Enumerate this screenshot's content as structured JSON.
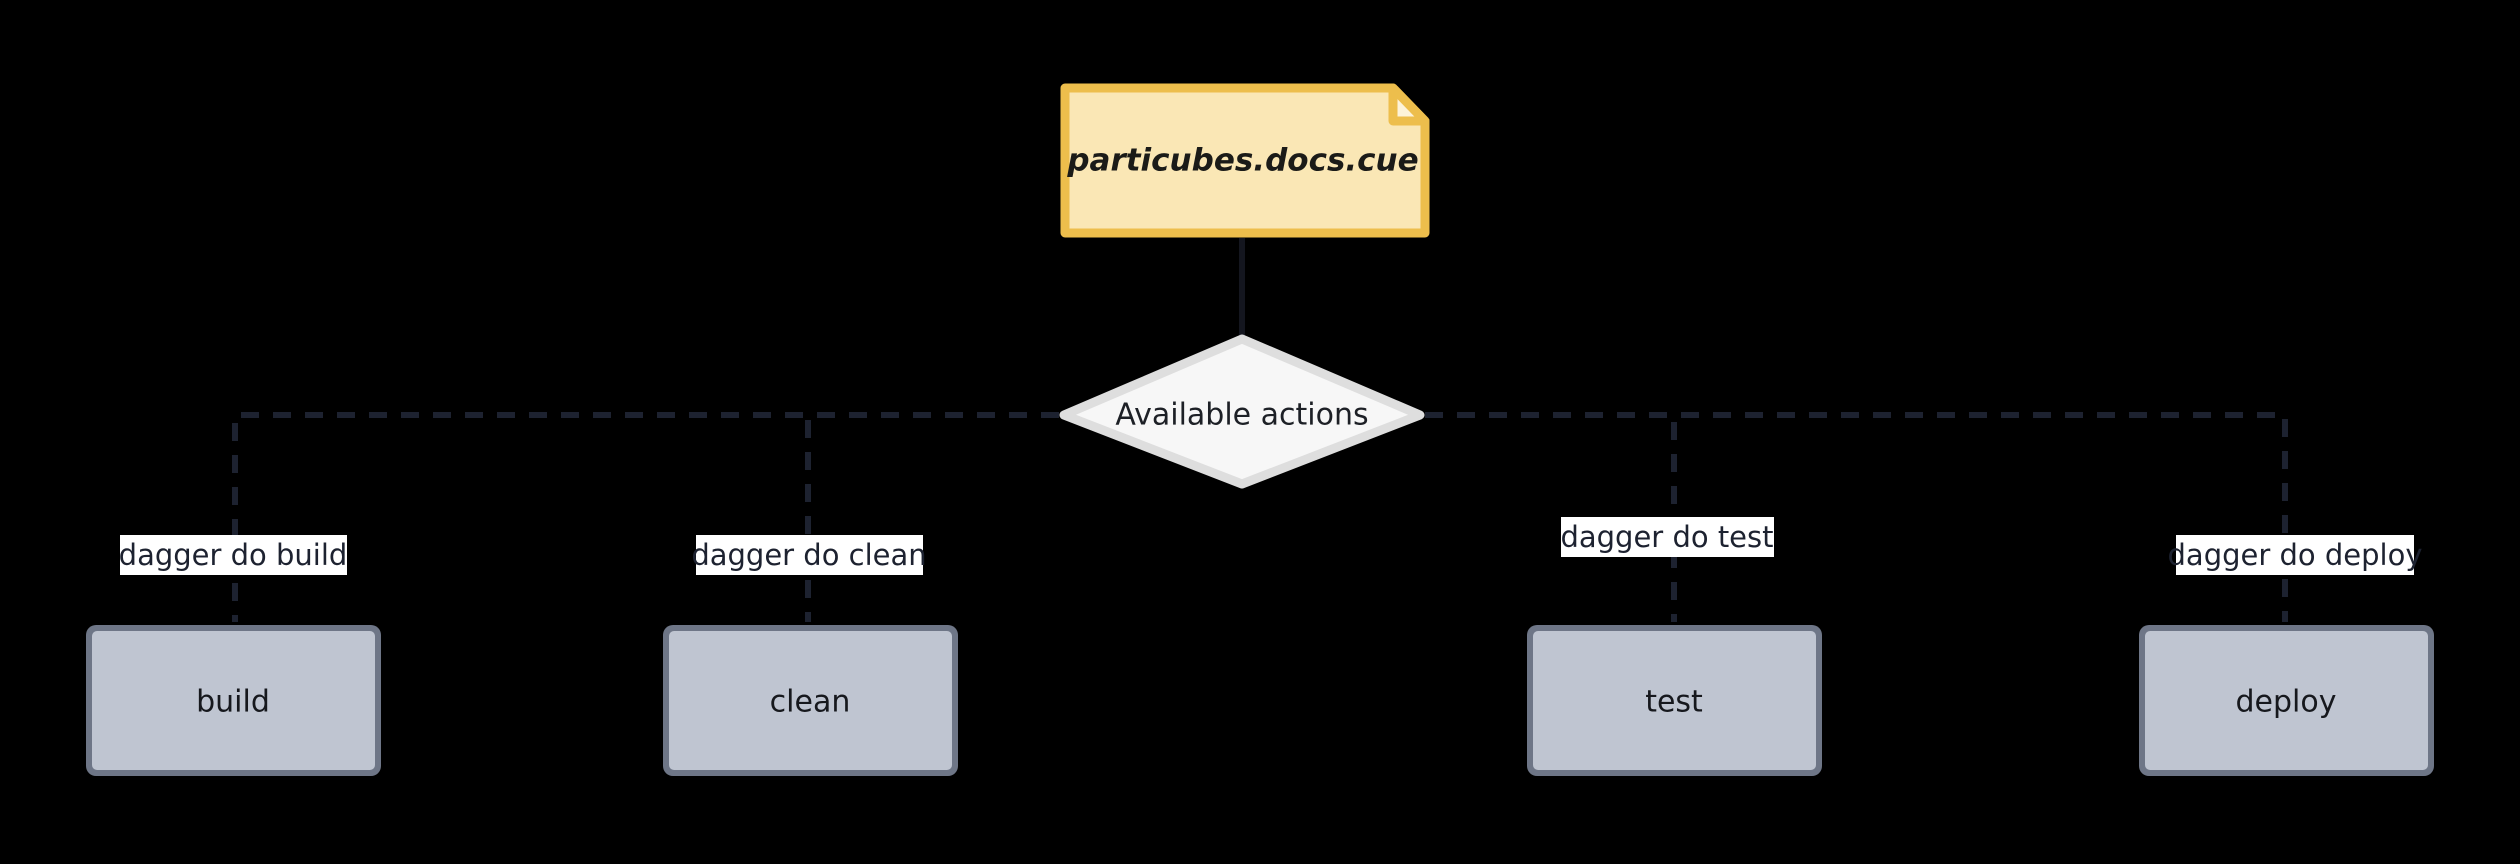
{
  "diagram": {
    "type": "flowchart",
    "direction": "top-down",
    "background_color": "#000000",
    "note": {
      "label": "particubes.docs.cue",
      "shape": "note-folded-corner",
      "fill_color": "#fae7b5",
      "border_color": "#edbe4c",
      "text_color": "#1b1b18"
    },
    "decision": {
      "label": "Available actions",
      "shape": "diamond",
      "fill_color": "#f7f7f7",
      "border_color": "#dedede",
      "text_color": "#1d2026"
    },
    "actions": [
      {
        "id": "build",
        "label": "build",
        "edge_label": "dagger do build",
        "shape": "rounded-rect",
        "fill_color": "#bfc5d1",
        "border_color": "#6e7687"
      },
      {
        "id": "clean",
        "label": "clean",
        "edge_label": "dagger do clean",
        "shape": "rounded-rect",
        "fill_color": "#bfc5d1",
        "border_color": "#6e7687"
      },
      {
        "id": "test",
        "label": "test",
        "edge_label": "dagger do test",
        "shape": "rounded-rect",
        "fill_color": "#bfc5d1",
        "border_color": "#6e7687"
      },
      {
        "id": "deploy",
        "label": "deploy",
        "edge_label": "dagger do deploy",
        "shape": "rounded-rect",
        "fill_color": "#bfc5d1",
        "border_color": "#6e7687"
      }
    ],
    "edges": {
      "note_to_decision_style": "solid",
      "decision_to_action_style": "dashed",
      "dash_color": "#1d2230",
      "solid_color": "#14161f"
    }
  }
}
